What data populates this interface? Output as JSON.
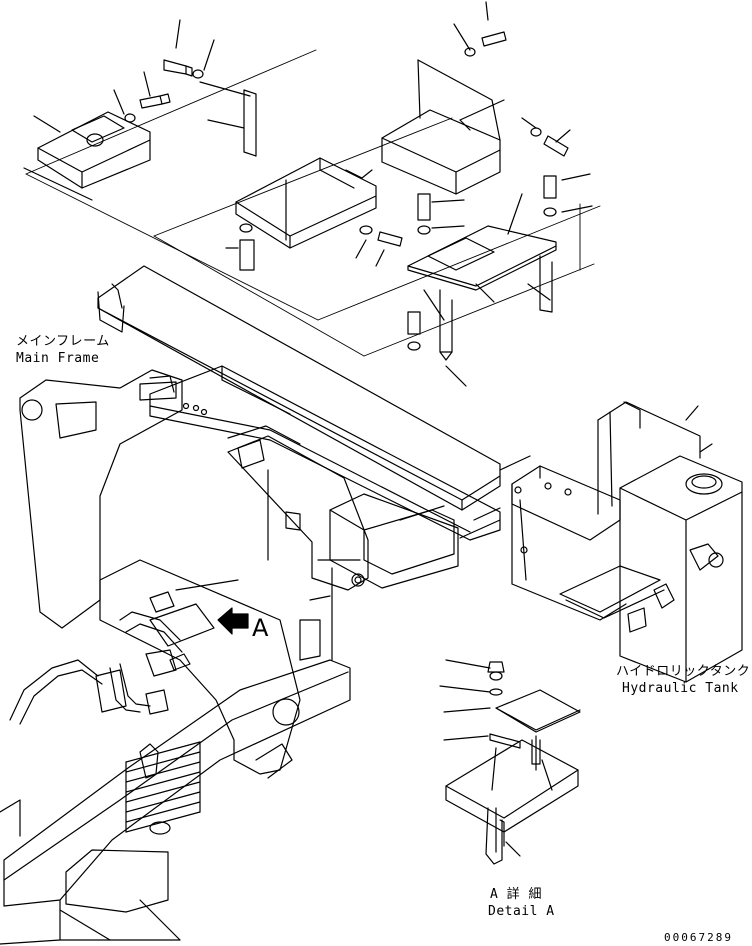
{
  "labels": {
    "main_frame_jp": "メインフレーム",
    "main_frame_en": "Main Frame",
    "hydraulic_tank_jp": "ハイドロリックタンク",
    "hydraulic_tank_en": "Hydraulic Tank",
    "view_marker": "A",
    "detail_jp": "A 詳 細",
    "detail_en": "Detail A",
    "doc_number": "00067289"
  },
  "colors": {
    "ink": "#000000",
    "paper": "#ffffff"
  }
}
